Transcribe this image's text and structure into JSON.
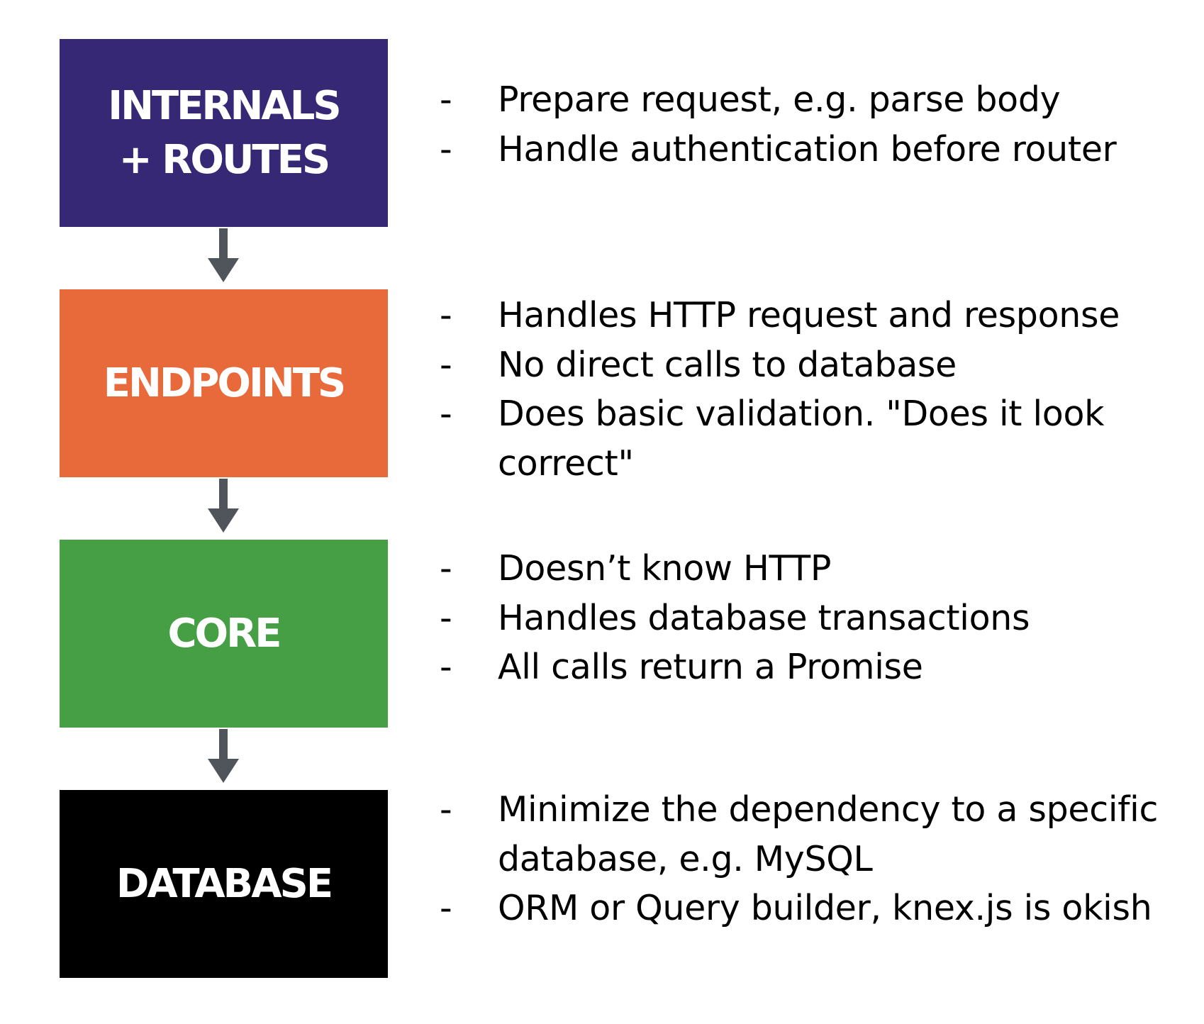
{
  "layers": [
    {
      "label": "INTERNALS\n+ ROUTES",
      "color": "#372875",
      "notes": [
        "Prepare request, e.g. parse body",
        "Handle authentication before router"
      ]
    },
    {
      "label": "ENDPOINTS",
      "color": "#e8693a",
      "notes": [
        "Handles HTTP request and response",
        "No direct calls to database",
        "Does basic validation. \"Does it look correct\""
      ]
    },
    {
      "label": "CORE",
      "color": "#469f45",
      "notes": [
        "Doesn’t know HTTP",
        "Handles database transactions",
        "All calls return a Promise"
      ]
    },
    {
      "label": "DATABASE",
      "color": "#000000",
      "notes": [
        "Minimize the dependency to a specific database, e.g. MySQL",
        "ORM or Query builder, knex.js is okish"
      ]
    }
  ],
  "bullet": "-",
  "arrow_color": "#50555b"
}
